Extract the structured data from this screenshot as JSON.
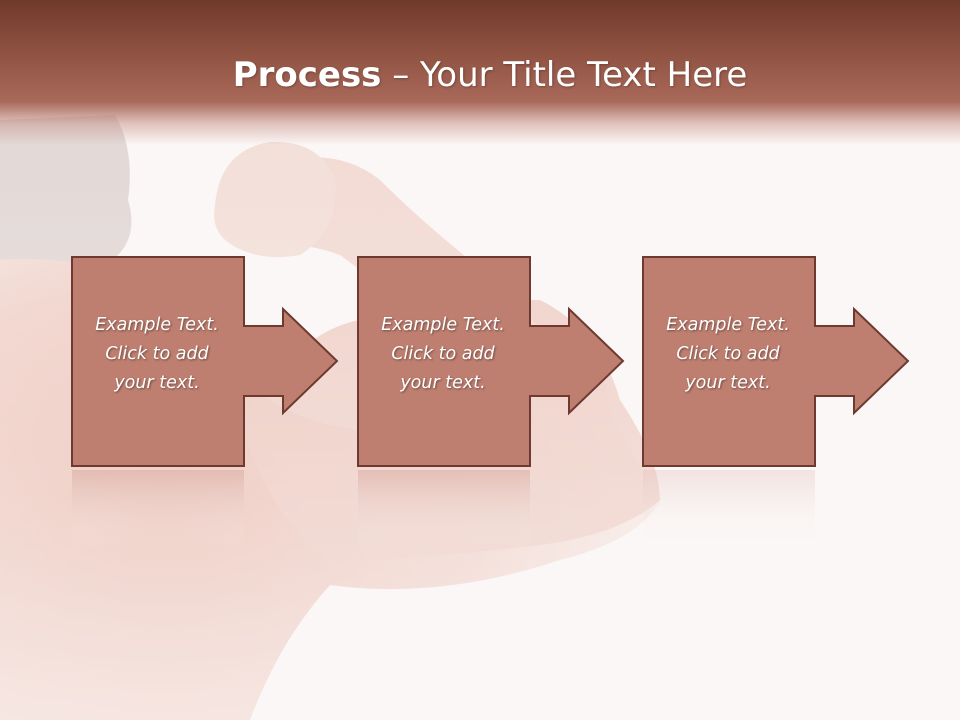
{
  "slide": {
    "title_bold": "Process",
    "title_rest": " – Your Title Text Here"
  },
  "steps": [
    {
      "text": "Example Text.\nClick  to add\nyour text."
    },
    {
      "text": "Example Text.\nClick  to add\nyour text."
    },
    {
      "text": "Example Text.\nClick  to add\nyour text."
    }
  ],
  "colors": {
    "header": "#8e5140",
    "box_fill": "#bf7f70",
    "box_border": "#6e3a30",
    "text": "#ffffff"
  },
  "icons": {
    "arrow": "right-arrow-icon"
  }
}
